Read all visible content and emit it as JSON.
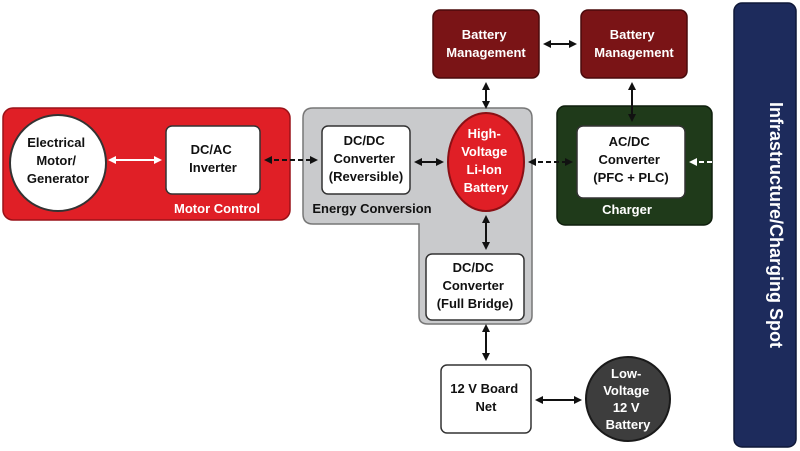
{
  "colors": {
    "motor_red": "#e01f26",
    "dark_red": "#7a1416",
    "charger_green": "#1f3a1a",
    "infra_navy": "#1d2b5c",
    "energy_gray": "#c9cacc",
    "hv_battery_red": "#e01f26",
    "lv_battery_gray": "#3d3d3d",
    "arrow": "#111111"
  },
  "blocks": {
    "motor": {
      "l1": "Electrical",
      "l2": "Motor/",
      "l3": "Generator"
    },
    "inverter": {
      "l1": "DC/AC",
      "l2": "Inverter"
    },
    "motor_control": "Motor Control",
    "dcdc_rev": {
      "l1": "DC/DC",
      "l2": "Converter",
      "l3": "(Reversible)"
    },
    "energy_conversion": "Energy Conversion",
    "hv_battery": {
      "l1": "High-",
      "l2": "Voltage",
      "l3": "Li-Ion",
      "l4": "Battery"
    },
    "dcdc_full": {
      "l1": "DC/DC",
      "l2": "Converter",
      "l3": "(Full Bridge)"
    },
    "board_net": {
      "l1": "12 V Board",
      "l2": "Net"
    },
    "lv_battery": {
      "l1": "Low-",
      "l2": "Voltage",
      "l3": "12 V",
      "l4": "Battery"
    },
    "bms1": {
      "l1": "Battery",
      "l2": "Management"
    },
    "bms2": {
      "l1": "Battery",
      "l2": "Management"
    },
    "acdc": {
      "l1": "AC/DC",
      "l2": "Converter",
      "l3": "(PFC + PLC)"
    },
    "charger": "Charger",
    "infrastructure": "Infrastructure/Charging Spot"
  }
}
